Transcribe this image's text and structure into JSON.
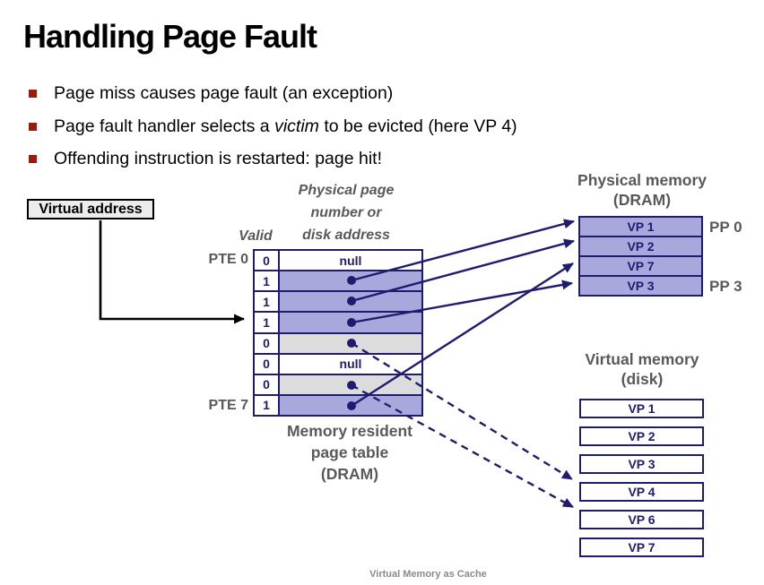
{
  "slide_title": "Handling Page Fault",
  "bullets": [
    {
      "pre": "Page miss causes page fault (an exception)",
      "italic": "",
      "post": ""
    },
    {
      "pre": "Page fault handler selects a ",
      "italic": "victim",
      "post": " to be evicted (here VP 4)"
    },
    {
      "pre": "Offending instruction is restarted: page hit!",
      "italic": "",
      "post": ""
    }
  ],
  "diagram": {
    "virtual_address_label": "Virtual address",
    "valid_header": "Valid",
    "column_header_lines": [
      "Physical page",
      "number or",
      "disk address"
    ],
    "pte_first_label": "PTE 0",
    "pte_last_label": "PTE 7",
    "page_table": {
      "rows": [
        {
          "valid": "0",
          "content": "null",
          "bg": "#ffffff",
          "marker": "null"
        },
        {
          "valid": "1",
          "content": "",
          "bg": "#a9a8dc",
          "marker": "dot"
        },
        {
          "valid": "1",
          "content": "",
          "bg": "#a9a8dc",
          "marker": "dot"
        },
        {
          "valid": "1",
          "content": "",
          "bg": "#a9a8dc",
          "marker": "dot"
        },
        {
          "valid": "0",
          "content": "",
          "bg": "#dcdcdc",
          "marker": "dot"
        },
        {
          "valid": "0",
          "content": "null",
          "bg": "#ffffff",
          "marker": "null"
        },
        {
          "valid": "0",
          "content": "",
          "bg": "#dcdcdc",
          "marker": "dot"
        },
        {
          "valid": "1",
          "content": "",
          "bg": "#a9a8dc",
          "marker": "dot"
        }
      ],
      "caption_lines": [
        "Memory resident",
        "page table",
        "(DRAM)"
      ]
    },
    "physical_memory": {
      "title_lines": [
        "Physical memory",
        "(DRAM)"
      ],
      "rows": [
        "VP 1",
        "VP 2",
        "VP 7",
        "VP 3"
      ],
      "pp_first_label": "PP 0",
      "pp_last_label": "PP 3"
    },
    "virtual_memory": {
      "title_lines": [
        "Virtual memory",
        "(disk)"
      ],
      "rows": [
        "VP 1",
        "VP 2",
        "VP 3",
        "VP 4",
        "VP 6",
        "VP 7"
      ]
    },
    "colors": {
      "accent_navy": "#1f1b6e",
      "cached_purple": "#a9a8dc",
      "on_disk_gray": "#dcdcdc",
      "bullet_red": "#991b10",
      "label_gray": "#595959"
    }
  },
  "footer": "Virtual Memory as Cache"
}
